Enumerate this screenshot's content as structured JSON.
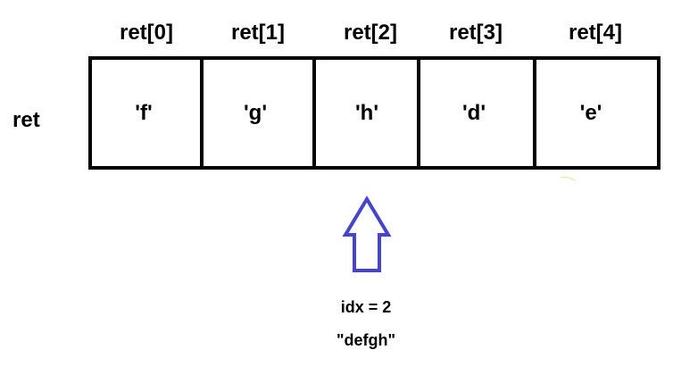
{
  "array_name": "ret",
  "indices": [
    "ret[0]",
    "ret[1]",
    "ret[2]",
    "ret[3]",
    "ret[4]"
  ],
  "cells": [
    "'f'",
    "'g'",
    "'h'",
    "'d'",
    "'e'"
  ],
  "pointer": {
    "label": "idx = 2",
    "string": "\"defgh\"",
    "color": "#4444cc"
  }
}
